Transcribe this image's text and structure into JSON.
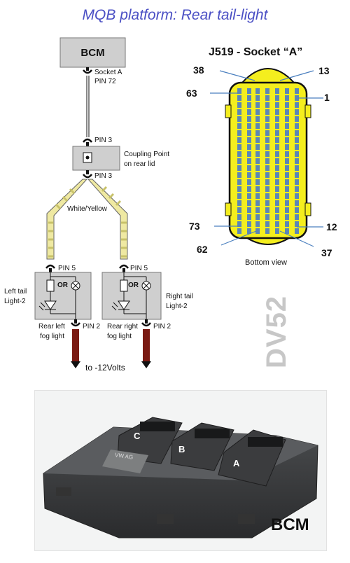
{
  "title": "MQB platform: Rear tail-light",
  "bcm_box": "BCM",
  "labels": {
    "socket_a": "Socket A",
    "pin72": "PIN 72",
    "pin3_top": "PIN 3",
    "coupling": "Coupling Point",
    "coupling2": "on rear lid",
    "pin3_bottom": "PIN 3",
    "wire_color": "White/Yellow",
    "pin5_left": "PIN 5",
    "pin5_right": "PIN 5",
    "or_left": "OR",
    "or_right": "OR",
    "left_tail_1": "Left tail",
    "left_tail_2": "Light-2",
    "right_tail_1": "Right tail",
    "right_tail_2": "Light-2",
    "rear_left_1": "Rear left",
    "rear_left_2": "fog light",
    "rear_right_1": "Rear right",
    "rear_right_2": "fog light",
    "pin2_left": "PIN 2",
    "pin2_right": "PIN 2",
    "ground": "to -12Volts"
  },
  "connector": {
    "title": "J519 - Socket “A”",
    "pins": {
      "p38": "38",
      "p13": "13",
      "p63": "63",
      "p1": "1",
      "p73": "73",
      "p12": "12",
      "p62": "62",
      "p37": "37"
    },
    "bottom_view": "Bottom view",
    "colors": {
      "body": "#f4ee1e",
      "pin": "#5b86b8",
      "slot": "#111111"
    }
  },
  "watermark": "DV52",
  "photo": {
    "label_c": "C",
    "label_b": "B",
    "label_a": "A",
    "caption": "BCM",
    "module_text": "VW AG"
  },
  "colors": {
    "title": "#4a4fc4",
    "wire_yellow": "#e6e184",
    "wire_red": "#7a1a12",
    "box": "#cfcfcf"
  }
}
